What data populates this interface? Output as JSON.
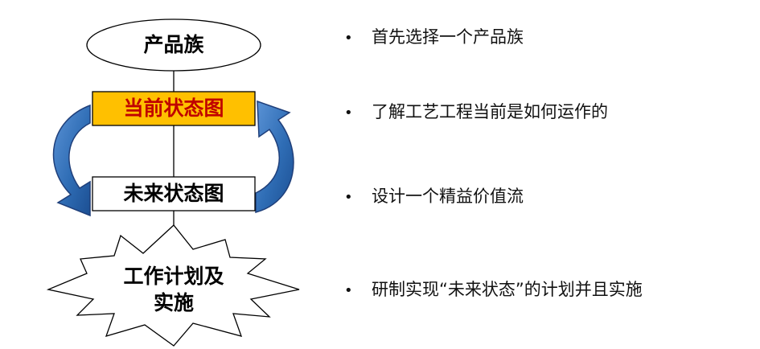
{
  "flow": {
    "product_family": "产品族",
    "current_state": "当前状态图",
    "future_state": "未来状态图",
    "plan_line1": "工作计划及",
    "plan_line2": "实施"
  },
  "bullets": [
    {
      "marker": "•",
      "text": "首先选择一个产品族"
    },
    {
      "marker": "•",
      "text": "了解工艺工程当前是如何运作的"
    },
    {
      "marker": "•",
      "text": "设计一个精益价值流"
    },
    {
      "marker": "•",
      "text": "研制实现“未来状态”的计划并且实施"
    }
  ],
  "colors": {
    "current_fill": "#FFC000",
    "current_text": "#C00000",
    "arrow_fill": "#2F6DB5",
    "arrow_stroke": "#1F3F7A",
    "outline": "#000000"
  }
}
